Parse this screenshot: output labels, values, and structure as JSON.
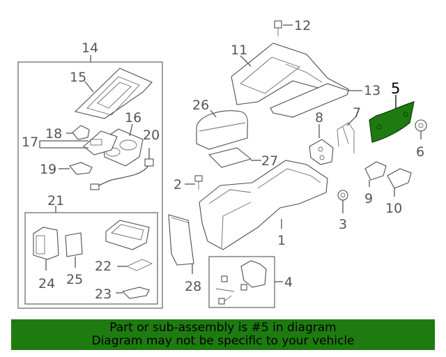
{
  "diagram": {
    "labels": {
      "p1": "1",
      "p2": "2",
      "p3": "3",
      "p4": "4",
      "p5": "5",
      "p6": "6",
      "p7": "7",
      "p8": "8",
      "p9": "9",
      "p10": "10",
      "p11": "11",
      "p12": "12",
      "p13": "13",
      "p14": "14",
      "p15": "15",
      "p16": "16",
      "p17": "17",
      "p18": "18",
      "p19": "19",
      "p20": "20",
      "p21": "21",
      "p22": "22",
      "p23": "23",
      "p24": "24",
      "p25": "25",
      "p26": "26",
      "p27": "27",
      "p28": "28"
    },
    "highlight_color": "#1e7b10"
  },
  "banner": {
    "line1": "Part or sub-assembly is #5 in diagram",
    "line2": "Diagram may not be specific to your vehicle"
  }
}
